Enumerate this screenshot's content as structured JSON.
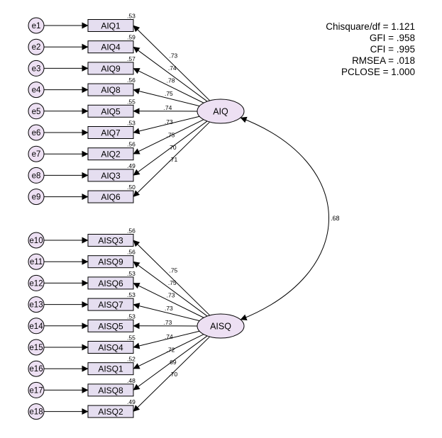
{
  "fit_stats": [
    "Chisquare/df = 1.121",
    "GFI = .958",
    "CFI = .995",
    "RMSEA = .018",
    "PCLOSE = 1.000"
  ],
  "colors": {
    "latent_fill": "#ede0f3",
    "indicator_fill": "#e5def0",
    "error_fill": "#ede0f3",
    "stroke": "#000000"
  },
  "latents": [
    {
      "id": "AIQ",
      "label": "AIQ"
    },
    {
      "id": "AISQ",
      "label": "AISQ"
    }
  ],
  "covariance": {
    "from": "AIQ",
    "to": "AISQ",
    "value": ".68"
  },
  "groups": [
    {
      "latent": "AIQ",
      "items": [
        {
          "error": "e1",
          "indicator": "AIQ1",
          "r2": ".53",
          "loading": ".73"
        },
        {
          "error": "e2",
          "indicator": "AIQ4",
          "r2": ".59",
          "loading": ".74"
        },
        {
          "error": "e3",
          "indicator": "AIQ9",
          "r2": ".57",
          "loading": ".78"
        },
        {
          "error": "e4",
          "indicator": "AIQ8",
          "r2": ".56",
          "loading": ".75"
        },
        {
          "error": "e5",
          "indicator": "AIQ5",
          "r2": ".55",
          "loading": ".74"
        },
        {
          "error": "e6",
          "indicator": "AIQ7",
          "r2": ".53",
          "loading": ".73"
        },
        {
          "error": "e7",
          "indicator": "AIQ2",
          "r2": ".56",
          "loading": ".75"
        },
        {
          "error": "e8",
          "indicator": "AIQ3",
          "r2": ".49",
          "loading": ".70"
        },
        {
          "error": "e9",
          "indicator": "AIQ6",
          "r2": ".50",
          "loading": ".71"
        }
      ]
    },
    {
      "latent": "AISQ",
      "items": [
        {
          "error": "e10",
          "indicator": "AISQ3",
          "r2": ".56",
          "loading": ".75"
        },
        {
          "error": "e11",
          "indicator": "AISQ9",
          "r2": ".56",
          "loading": ".75"
        },
        {
          "error": "e12",
          "indicator": "AISQ6",
          "r2": ".53",
          "loading": ".73"
        },
        {
          "error": "e13",
          "indicator": "AISQ7",
          "r2": ".53",
          "loading": ".73"
        },
        {
          "error": "e14",
          "indicator": "AISQ5",
          "r2": ".53",
          "loading": ".73"
        },
        {
          "error": "e15",
          "indicator": "AISQ4",
          "r2": ".55",
          "loading": ".74"
        },
        {
          "error": "e16",
          "indicator": "AISQ1",
          "r2": ".52",
          "loading": ".72"
        },
        {
          "error": "e17",
          "indicator": "AISQ8",
          "r2": ".48",
          "loading": ".69"
        },
        {
          "error": "e18",
          "indicator": "AISQ2",
          "r2": ".49",
          "loading": ".70"
        }
      ]
    }
  ]
}
